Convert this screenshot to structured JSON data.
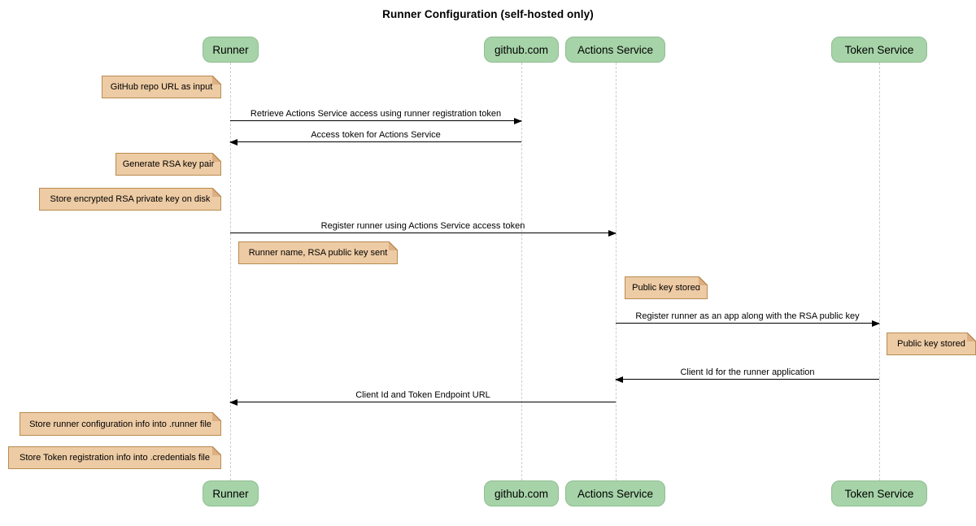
{
  "title": "Runner Configuration (self-hosted only)",
  "participants": [
    {
      "name": "Runner"
    },
    {
      "name": "github.com"
    },
    {
      "name": "Actions Service"
    },
    {
      "name": "Token Service"
    }
  ],
  "messages": [
    {
      "text": "Retrieve Actions Service access using runner registration token",
      "from": "Runner",
      "to": "github.com"
    },
    {
      "text": "Access token for Actions Service",
      "from": "github.com",
      "to": "Runner"
    },
    {
      "text": "Register runner using Actions Service access token",
      "from": "Runner",
      "to": "Actions Service"
    },
    {
      "text": "Register runner as an app along with the RSA public key",
      "from": "Actions Service",
      "to": "Token Service"
    },
    {
      "text": "Client Id for the runner application",
      "from": "Token Service",
      "to": "Actions Service"
    },
    {
      "text": "Client Id and Token Endpoint URL",
      "from": "Actions Service",
      "to": "Runner"
    }
  ],
  "notes": [
    {
      "text": "GitHub repo URL as input",
      "position": "left of Runner"
    },
    {
      "text": "Generate RSA key pair",
      "position": "left of Runner"
    },
    {
      "text": "Store encrypted RSA private key on disk",
      "position": "left of Runner"
    },
    {
      "text": "Runner name, RSA public key sent",
      "position": "right of Runner"
    },
    {
      "text": "Public key stored",
      "position": "right of Actions Service"
    },
    {
      "text": "Public key stored",
      "position": "right of Token Service"
    },
    {
      "text": "Store runner configuration info into .runner file",
      "position": "left of Runner"
    },
    {
      "text": "Store Token registration info into .credentials file",
      "position": "left of Runner"
    }
  ],
  "colors": {
    "background": "#FFFFFF",
    "text": "#000000",
    "participant_fill": "#A6D3A8",
    "participant_border": "#8FBE91",
    "note_fill": "#EDCBA4",
    "note_border": "#B98B52",
    "note_fold": "#DCB084",
    "lifeline": "#CCCCCC",
    "arrow": "#000000"
  }
}
